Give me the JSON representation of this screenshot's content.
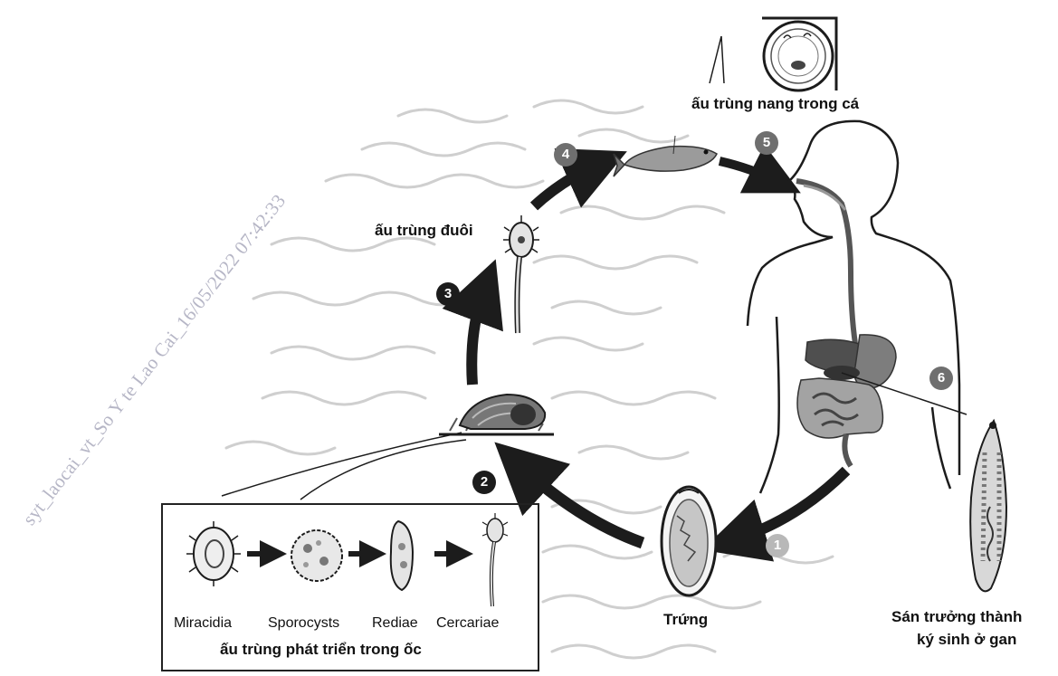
{
  "watermark": "syt_laocai_vt_So Y te Lao Cai_16/05/2022 07:42:33",
  "steps": [
    "1",
    "2",
    "3",
    "4",
    "5",
    "6"
  ],
  "labels": {
    "cyst_in_fish": "ấu trùng nang trong cá",
    "tailed_larva": "ấu trùng đuôi",
    "egg": "Trứng",
    "adult_line1": "Sán trưởng thành",
    "adult_line2": "ký sinh ở gan",
    "snail_stages_caption": "ấu trùng phát triển trong ốc"
  },
  "stages": [
    "Miracidia",
    "Sporocysts",
    "Rediae",
    "Cercariae"
  ],
  "colors": {
    "ink": "#1c1c1c",
    "water": "#c9c9c9",
    "organ_dark": "#555555",
    "organ_light": "#9a9a9a"
  }
}
